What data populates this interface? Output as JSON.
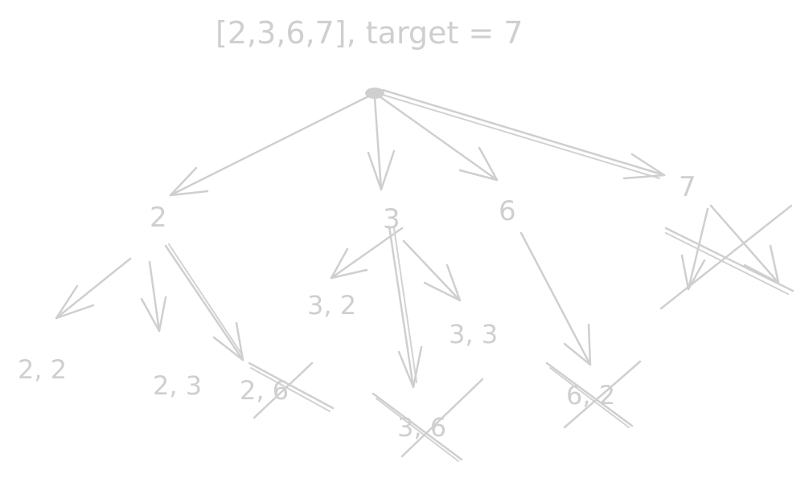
{
  "title": "[2,3,6,7], target = 7",
  "nodes": {
    "n2": "2",
    "n3": "3",
    "n6": "6",
    "n7": "7"
  },
  "leaves": {
    "l22": "2, 2",
    "l23": "2, 3",
    "l26": "2, 6",
    "l32": "3, 2",
    "l33": "3, 3",
    "l36": "3, 6",
    "l62": "6, 2"
  },
  "colors": {
    "stroke": "#cfcfcf",
    "text": "#cfcfcf",
    "background": "#ffffff"
  }
}
